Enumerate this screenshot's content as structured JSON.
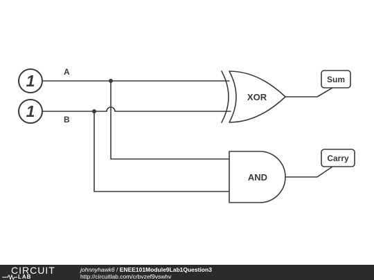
{
  "inputs": [
    {
      "value": "1",
      "label": "A"
    },
    {
      "value": "1",
      "label": "B"
    }
  ],
  "gates": {
    "xor": "XOR",
    "and": "AND"
  },
  "outputs": {
    "sum": "Sum",
    "carry": "Carry"
  },
  "footer": {
    "logo_top": "CIRCUIT",
    "logo_bottom": "LAB",
    "author": "johnnyhawk6",
    "separator": " / ",
    "title": "ENEE101Module9Lab1Question3",
    "url": "http://circuitlab.com/crbvzef9vswhv"
  },
  "colors": {
    "stroke": "#3a3a3a",
    "footer_bg": "#2b2b2b"
  }
}
